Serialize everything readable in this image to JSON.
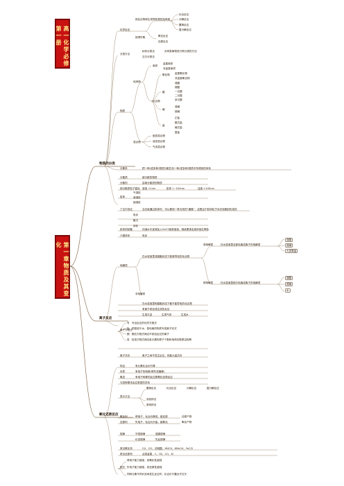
{
  "sidebar_top": "高一化学必修第一册",
  "sidebar_mid": "第一章物质及其变化",
  "sections": {
    "s1": "物质的分类",
    "s2": "离子反应",
    "s3": "氧化还原反应"
  },
  "s1": {
    "chem_reaction": "化学反应",
    "classify_method": "分类方法",
    "substance": "物质",
    "dispersion": "分散系",
    "reaction_items": [
      "化合反应",
      "分解反应",
      "置换反应",
      "复分解反应",
      "氧化反应",
      "还原反应"
    ],
    "reaction_groups": [
      "按反应物和生成物的类别及种类",
      "按得失氧"
    ],
    "method_items": [
      "树状分类法",
      "交叉分类法"
    ],
    "method_desc": "对同类事物进行再分类的方法",
    "pure": "纯净物",
    "mixture": "混合物",
    "element": "单质",
    "compound": "化合物",
    "element_items": [
      "金属单质",
      "非金属单质"
    ],
    "compound_groups": [
      "氧化物",
      "酸",
      "碱",
      "盐"
    ],
    "oxide_items": [
      "金属氧化物",
      "非金属氧化物"
    ],
    "acid_items": [
      "强酸",
      "弱酸",
      "一元酸",
      "二元酸",
      "多元酸"
    ],
    "base_items": [
      "强碱",
      "弱碱"
    ],
    "salt_items": [
      "正盐",
      "酸式盐",
      "碱式盐",
      "复盐"
    ],
    "mixture_items": [
      "固态混合物",
      "液态混合物",
      "气态混合物"
    ],
    "disp_def": "把一种(或多种)物质分散在另一种(或多种)物质中所得到的体系",
    "disp_rows": [
      [
        "分散质",
        "被分散的物质"
      ],
      [
        "分散剂",
        "容纳分散质的物质"
      ],
      [
        "按分散质粒子直径",
        "溶液 <1nm",
        "胶体 1~100nm",
        "浊液 >100nm"
      ]
    ],
    "colloid": "胶体",
    "colloid_kinds": [
      "气溶胶",
      "液溶胶",
      "固溶胶"
    ],
    "colloid_props": [
      "丁达尔效应",
      "电泳",
      "聚沉",
      "渗析"
    ],
    "tyndall_desc": "当光束通过胶体时，可以看到一条光亮的“通路”，这是由于胶体粒子对光线散射形成的",
    "prep": "胶体的制备",
    "prep_desc": "向沸水中逐滴加入FeCl3饱和溶液，继续煮沸至液体呈红褐色",
    "disp_rows2": [
      "介稳体系",
      "电泳"
    ]
  },
  "s2": {
    "electrolyte": "电解质",
    "ionic_eq": "离子方程式",
    "nonelectrolyte": "非电解质",
    "strong": "强电解质",
    "weak": "弱电解质",
    "strong_desc": "在水溶液里全部电离成离子的电解质",
    "weak_desc": "在水溶液里部分电离成离子的电解质",
    "strong_items": [
      "强酸",
      "强碱",
      "大多数盐"
    ],
    "weak_items": [
      "弱酸",
      "弱碱",
      "水"
    ],
    "def": "在水溶液里或熔融状态下能够导电的化合物",
    "nonele_desc": "在水溶液里和熔融状态下都不能导电的化合物",
    "ion_reaction_def": "有离子参加或生成的反应",
    "conditions": [
      "生成沉淀",
      "生成气体",
      "生成水"
    ],
    "write_steps": [
      "写",
      "拆",
      "删",
      "查"
    ],
    "step_desc": [
      "写出反应的化学方程式",
      "把易溶于水、易电离的物质写成离子形式",
      "删去方程式两边不参加反应的离子",
      "检查方程式两边各元素的原子个数和电荷总数是否相等"
    ],
    "coexist": "离子共存",
    "coexist_desc": "离子之间不发生反应，则能大量共存"
  },
  "s3": {
    "feature": "特征",
    "essence": "本质",
    "def": "概念",
    "feature_desc": "有元素化合价升降",
    "essence_desc": "有电子的转移(得失或偏移)",
    "def_desc": "有电子转移的反应是氧化还原反应",
    "rel_title": "与四种基本反应类型的关系",
    "rel_items": [
      "置换反应",
      "化合反应",
      "分解反应",
      "复分解反应"
    ],
    "oxidant": "氧化剂",
    "reductant": "还原剂",
    "ox_desc": "得电子，化合价降低，被还原",
    "red_desc": "失电子，化合价升高，被氧化",
    "ox_prod": "还原产物",
    "red_prod": "氧化产物",
    "repr": "表示方法",
    "repr_items": [
      "双线桥法",
      "单线桥法"
    ],
    "law": "规律",
    "law_items": [
      "守恒规律",
      "强弱规律",
      "价态规律",
      "先后规律"
    ],
    "balance": "配平",
    "balance_desc": "标变价、列得失、求总数、配系数、查守恒",
    "common_ox": "常见氧化剂",
    "common_red": "常见还原剂",
    "ox_list": "O2、Cl2、浓硫酸、HNO3、KMnO4、FeCl3",
    "red_list": "活泼金属、C、H2、CO、KI",
    "strong_weak": "氧化性：氧化剂>氧化产物；还原性：还原剂>还原产物",
    "notes": [
      "得电子能力越强，其氧化性越强",
      "失电子能力越强，其还原性越强",
      "同种元素不同价态间发生反应时，化合价只靠近不交叉"
    ]
  }
}
